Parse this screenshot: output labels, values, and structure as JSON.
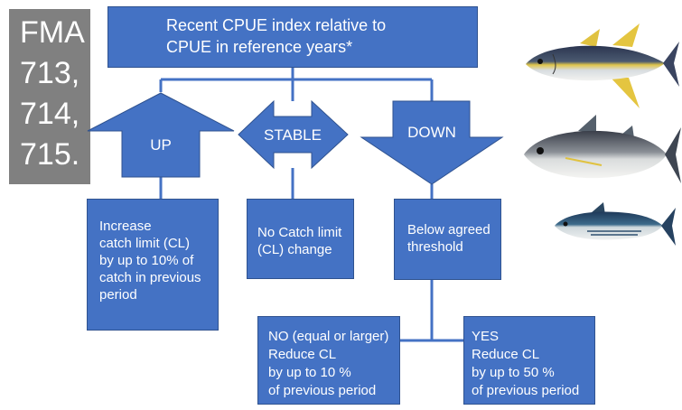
{
  "fma": {
    "lines": [
      "FMA",
      "713,",
      "714,",
      "715."
    ]
  },
  "top": {
    "line1": "Recent CPUE index relative to",
    "line2": "CPUE in reference years*"
  },
  "arrows": {
    "up": "UP",
    "stable": "STABLE",
    "down": "DOWN"
  },
  "boxes": {
    "increase": [
      "Increase",
      "catch limit (CL)",
      "by up to 10% of",
      "catch in previous",
      "period"
    ],
    "no_change": [
      "No Catch limit",
      "(CL) change"
    ],
    "below": [
      "Below agreed",
      "threshold"
    ],
    "no_branch": [
      "NO (equal or larger)",
      "Reduce CL",
      "by up to 10 %",
      "of previous period"
    ],
    "yes_branch": [
      "YES",
      "Reduce CL",
      "by up to 50 %",
      "of previous period"
    ]
  },
  "fish_icons": [
    "yellowfin-tuna-icon",
    "bigeye-tuna-icon",
    "skipjack-tuna-icon"
  ],
  "colors": {
    "box": "#4472c4",
    "border": "#2f528f",
    "fma_panel": "#808080",
    "connector": "#4472c4"
  }
}
